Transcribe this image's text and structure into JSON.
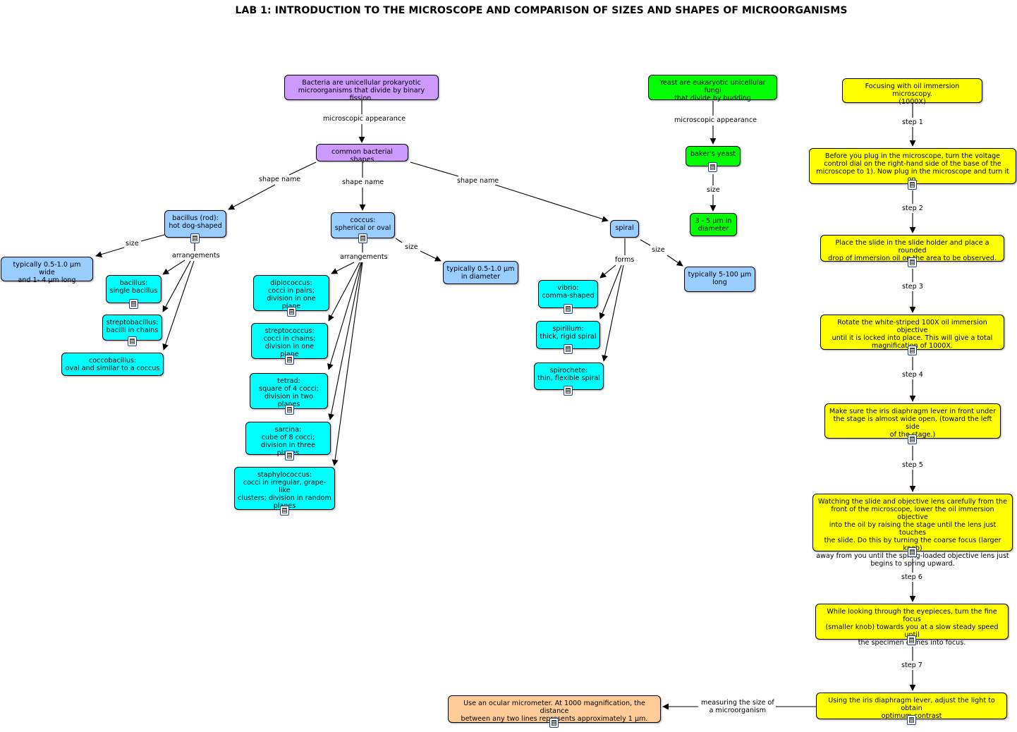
{
  "title": "LAB 1: INTRODUCTION TO THE MICROSCOPE AND COMPARISON OF SIZES AND SHAPES OF MICROORGANISMS",
  "icons": {
    "attachment": "document-icon"
  },
  "colors": {
    "bacteria": "#cc99ff",
    "yeast": "#00ff00",
    "steps": "#ffff00",
    "shapes": "#99ccff",
    "arrangements": "#00ffff",
    "micrometer": "#ffcc99"
  },
  "nodes": {
    "bacteria": "Bacteria are unicellular prokaryotic\nmicroorganisms that divide by binary fission.",
    "common_shapes": "common bacterial shapes",
    "bacillus": "bacillus (rod):\nhot dog-shaped",
    "bacillus_size": "typically 0.5-1.0 μm wide\nand 1- 4 μm long",
    "bacillus_single": "bacillus:\nsingle bacillus",
    "streptobacillus": "streptobacillus:\nbacilli in chains",
    "coccobacillus": "coccobacillus:\noval and similar to a coccus",
    "coccus": "coccus:\nspherical or oval",
    "coccus_size": "typically 0.5-1.0 μm\nin diameter",
    "diplococcus": "diplococcus:\ncocci in pairs;\ndivision in one plane",
    "streptococcus": "streptococcus:\ncocci in chains;\ndivision in one plane",
    "tetrad": "tetrad:\nsquare of 4 cocci;\ndivision in two planes",
    "sarcina": "sarcina:\ncube of 8 cocci;\ndivision in three planes",
    "staphylococcus": "staphylococcus:\ncocci in irregular, grape-like\nclusters; division in random\nplanes",
    "spiral": "spiral",
    "spiral_size": "typically 5-100 μm\nlong",
    "vibrio": "vibrio:\ncomma-shaped",
    "spirillum": "spirillum:\nthick, rigid spiral",
    "spirochete": "spirochete:\nthin, flexible spiral",
    "yeast": "Yeast are eukaryotic unicellular fungi\nthat divide by budding",
    "bakers_yeast": "baker's yeast",
    "yeast_size": "3 - 5 μm in\ndiameter",
    "focus": "Focusing with oil immersion microscopy.\n(1000X)",
    "step1": "Before you plug in the microscope, turn the voltage\ncontrol dial on the right-hand side of the base of the\nmicroscope to 1). Now plug in the microscope and turn it on.",
    "step2": "Place the slide in the slide holder and place a rounded\ndrop of immersion oil on the area to be observed.",
    "step3": "Rotate the white-striped 100X oil immersion objective\nuntil it is locked into place. This will give a total\nmagnification of 1000X.",
    "step4": "Make sure the iris diaphragm lever in front under\nthe stage is almost wide open, (toward the left side\nof the stage.)",
    "step5": "Watching the slide and objective lens carefully from the\nfront of the microscope, lower the oil immersion objective\ninto the oil by raising the stage until the lens just touches\nthe slide. Do this by turning the coarse focus (larger knob)\naway from you until the spring-loaded objective lens just\nbegins to spring upward.",
    "step6": "While looking through the eyepieces, turn the fine focus\n(smaller knob) towards you at a slow steady speed until\nthe specimen comes into focus.",
    "step7": "Using the iris diaphragm lever, adjust the light to obtain\noptimum contrast",
    "micrometer": "Use an ocular micrometer. At 1000 magnification, the distance\nbetween any two lines represents approximately 1 μm."
  },
  "labels": {
    "microscopic_appearance_1": "microscopic appearance",
    "shape_name_1": "shape name",
    "shape_name_2": "shape name",
    "shape_name_3": "shape name",
    "size_bacillus": "size",
    "arrangements_bacillus": "arrangements",
    "arrangements_coccus": "arrangements",
    "size_coccus": "size",
    "forms_spiral": "forms",
    "size_spiral": "size",
    "microscopic_appearance_2": "microscopic appearance",
    "size_yeast": "size",
    "step1": "step 1",
    "step2": "step 2",
    "step3": "step 3",
    "step4": "step 4",
    "step5": "step 5",
    "step6": "step 6",
    "step7": "step 7",
    "measuring": "measuring the size of\na microorganism"
  }
}
